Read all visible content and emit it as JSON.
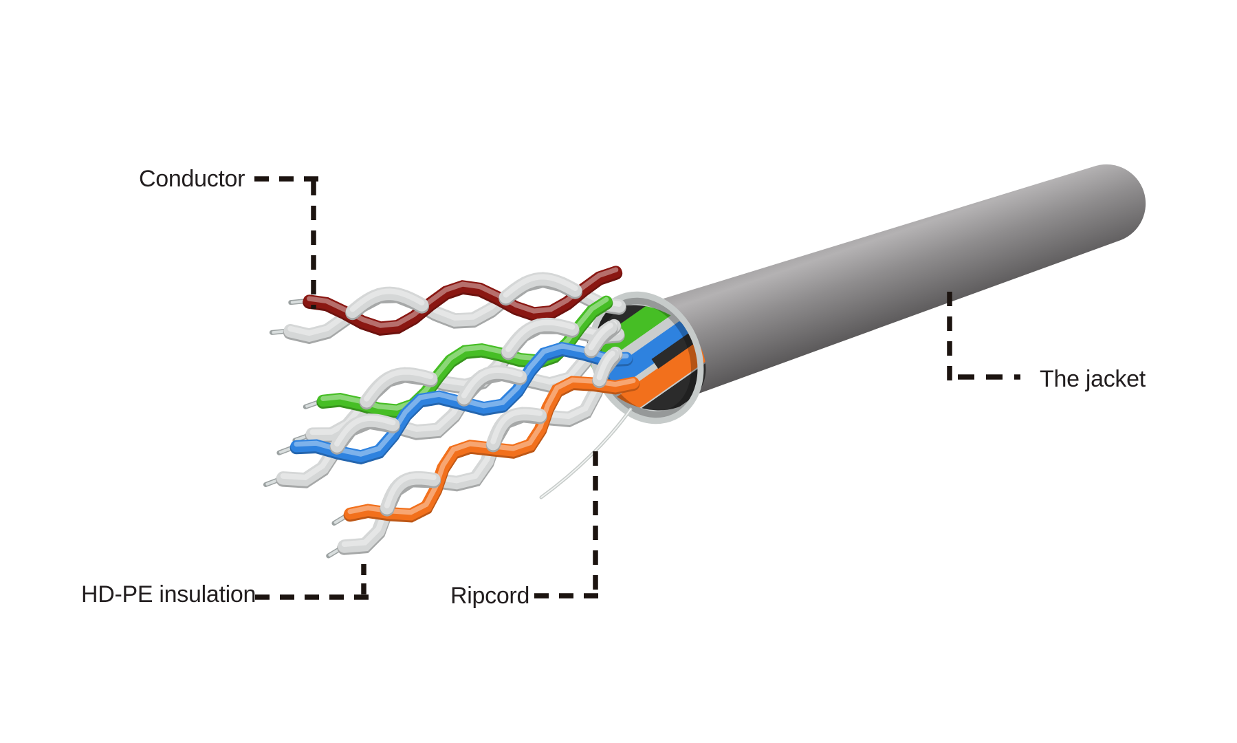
{
  "diagram": {
    "labels": {
      "conductor": "Conductor",
      "insulation": "HD-PE insulation",
      "ripcord": "Ripcord",
      "jacket": "The jacket"
    },
    "colors": {
      "background": "#ffffff",
      "label_text": "#221e1f",
      "leader_line": "#1c1410",
      "jacket_highlight": "#b4b2b3",
      "jacket_mid": "#8f8d8e",
      "jacket_dark": "#585657",
      "jacket_rim": "#c6cbca",
      "opening_face": "#c9cdcd",
      "opening_shadow": "#2b2b2b",
      "wire_white": "#d5d7d7",
      "conductor_pin": "#d9dede",
      "pin_edge": "#9ba1a1",
      "ripcord_string": "#c7ccca"
    },
    "pairs": [
      {
        "name": "brown pair",
        "color": "#8a1712"
      },
      {
        "name": "green pair",
        "color": "#46be25"
      },
      {
        "name": "blue pair",
        "color": "#2e82df"
      },
      {
        "name": "orange pair",
        "color": "#f2701c"
      }
    ]
  }
}
